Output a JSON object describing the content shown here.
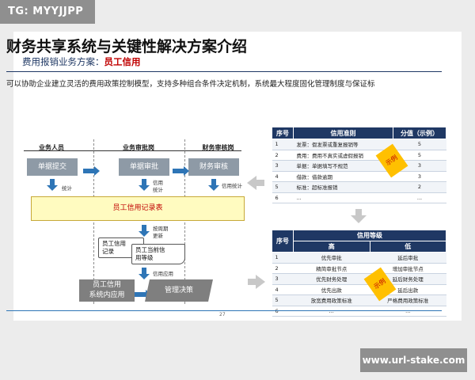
{
  "watermark_top": "TG: MYYJJPP",
  "watermark_bottom": "www.url-stake.com",
  "title": "财务共享系统与关键性解决方案介绍",
  "subtitle": {
    "prefix": "费用报销业务方案：",
    "highlight": "员工信用"
  },
  "description": "可以协助企业建立灵活的费用政策控制模型，支持多种组合条件决定机制，系统最大程度固化管理制度与保证标",
  "flow": {
    "lanes": [
      "业务人员",
      "业务审批岗",
      "财务审核岗"
    ],
    "boxes": {
      "submit": "单据提交",
      "approve": "单据审批",
      "audit": "财务审核"
    },
    "labels": {
      "stat": "统计",
      "credit": "信用",
      "credit_stat": "统计",
      "credit_apply_stat": "信用统计",
      "monthly": "按周期",
      "update": "更新",
      "credit_use": "信用应用"
    },
    "record_table": "员工信用记录表",
    "doc1": [
      "员工信用",
      "记录"
    ],
    "doc2": [
      "员工当前信",
      "用等级"
    ],
    "app_box": [
      "员工信用",
      "系统内应用"
    ],
    "decision": "管理决策"
  },
  "table1": {
    "headers": [
      "序号",
      "信用准则",
      "分值（示例）"
    ],
    "rows": [
      [
        "1",
        "发票：假发票或重复报销等",
        "5"
      ],
      [
        "2",
        "费用：费用不真实或虚假报销",
        "5"
      ],
      [
        "3",
        "单据：单据填写不规范",
        "3"
      ],
      [
        "4",
        "借款：借款逾期",
        "3"
      ],
      [
        "5",
        "标准：超标准报销",
        "2"
      ],
      [
        "6",
        "...",
        "..."
      ]
    ],
    "stamp": "示例"
  },
  "table2": {
    "headers": [
      "序号",
      "信用等级"
    ],
    "subheaders": [
      "高",
      "低"
    ],
    "rows": [
      [
        "1",
        "优先审批",
        "延后审批"
      ],
      [
        "2",
        "精简审批节点",
        "增加审批节点"
      ],
      [
        "3",
        "优先财务处理",
        "延后财务处理"
      ],
      [
        "4",
        "优先出款",
        "延后出款"
      ],
      [
        "5",
        "放宽费用政策标准",
        "严格费用政策标准"
      ],
      [
        "6",
        "...",
        "..."
      ]
    ],
    "stamp": "示例"
  },
  "page_number": "27",
  "colors": {
    "navy": "#1f3864",
    "accent_red": "#c00000",
    "arrow_blue": "#2e75b6",
    "stamp_yellow": "#ffc000"
  }
}
